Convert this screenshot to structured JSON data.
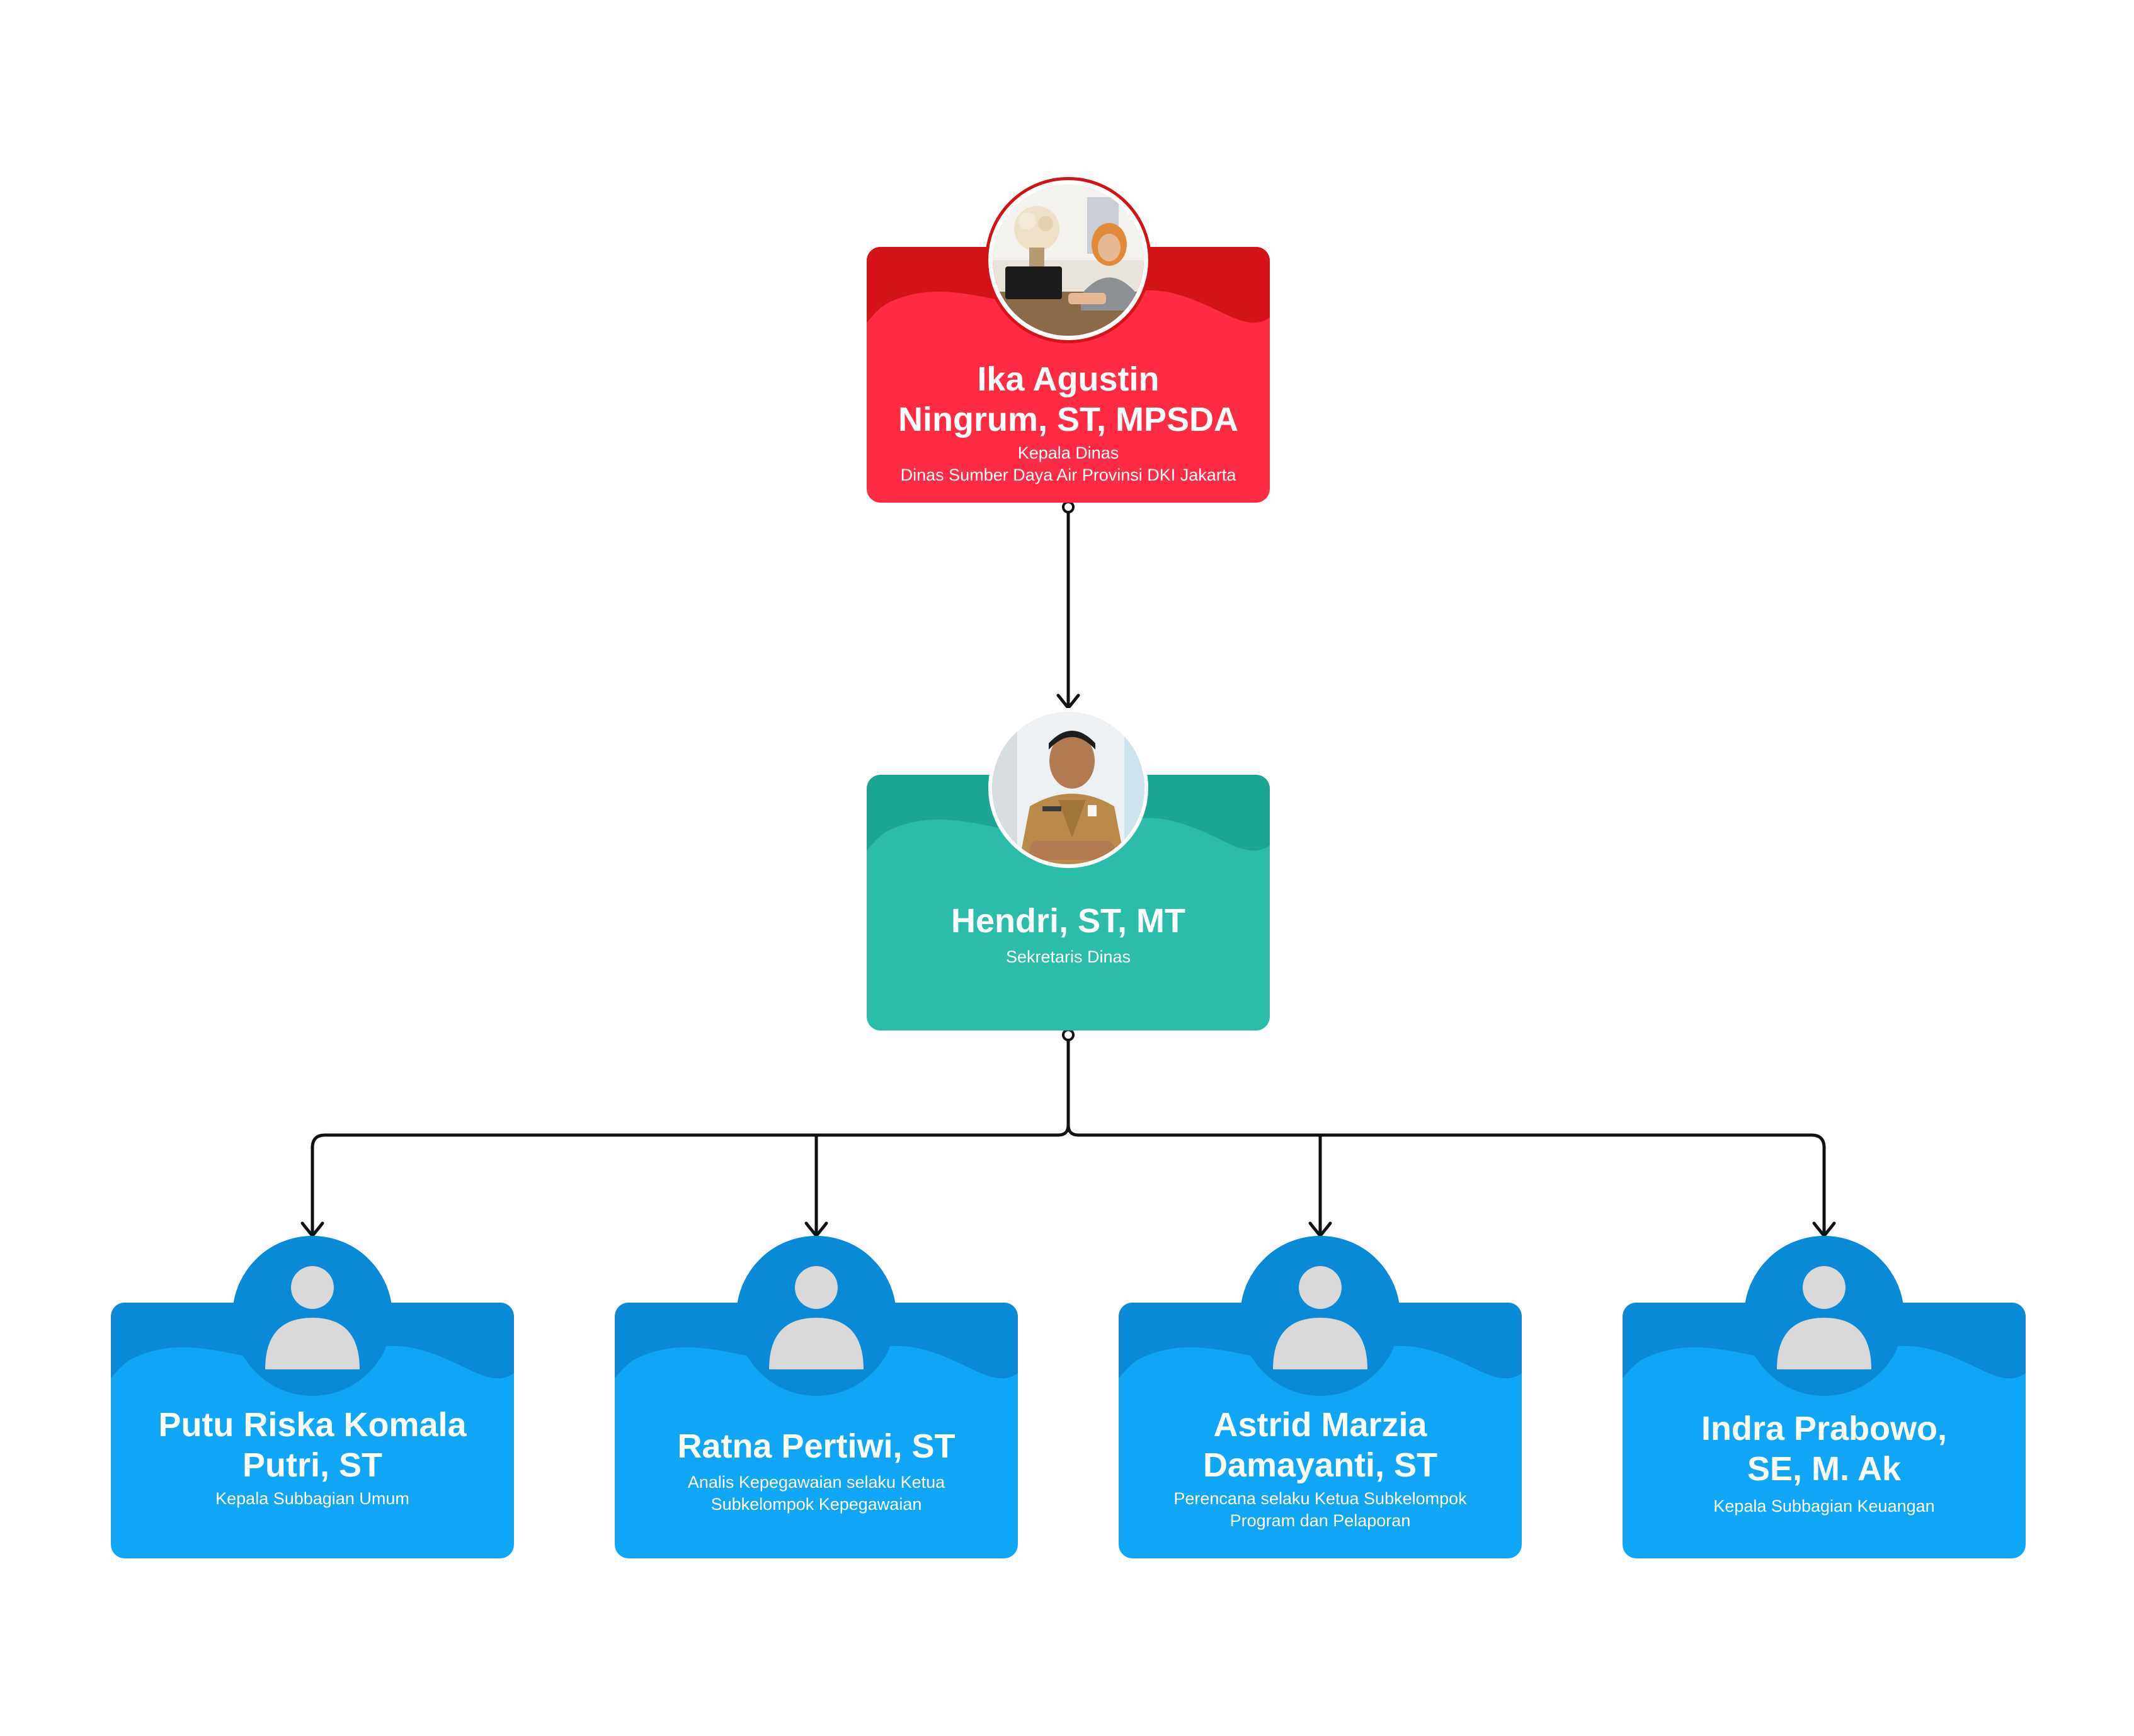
{
  "colors": {
    "head_light": "#ff2a44",
    "head_dark": "#d21317",
    "secretary_light": "#2bbcaa",
    "secretary_dark": "#1ba592",
    "staff_light": "#10a6f5",
    "staff_dark": "#0a8ad6",
    "connector": "#111111",
    "placeholder": "#d9d9d9"
  },
  "head": {
    "name": "Ika Agustin\nNingrum, ST, MPSDA",
    "role": "Kepala Dinas\nDinas Sumber Daya Air Provinsi DKI Jakarta",
    "photo": "photo-portrait"
  },
  "secretary": {
    "name": "Hendri, ST, MT",
    "role": "Sekretaris Dinas",
    "photo": "photo-portrait"
  },
  "staff": [
    {
      "name": "Putu Riska Komala\nPutri, ST",
      "role": "Kepala Subbagian Umum",
      "icon": "user-placeholder-icon"
    },
    {
      "name": "Ratna Pertiwi, ST",
      "role": "Analis Kepegawaian selaku Ketua\nSubkelompok Kepegawaian",
      "icon": "user-placeholder-icon"
    },
    {
      "name": "Astrid Marzia\nDamayanti, ST",
      "role": "Perencana selaku Ketua Subkelompok\nProgram dan Pelaporan",
      "icon": "user-placeholder-icon"
    },
    {
      "name": "Indra Prabowo,\nSE, M. Ak",
      "role": "Kepala Subbagian Keuangan",
      "icon": "user-placeholder-icon"
    }
  ]
}
